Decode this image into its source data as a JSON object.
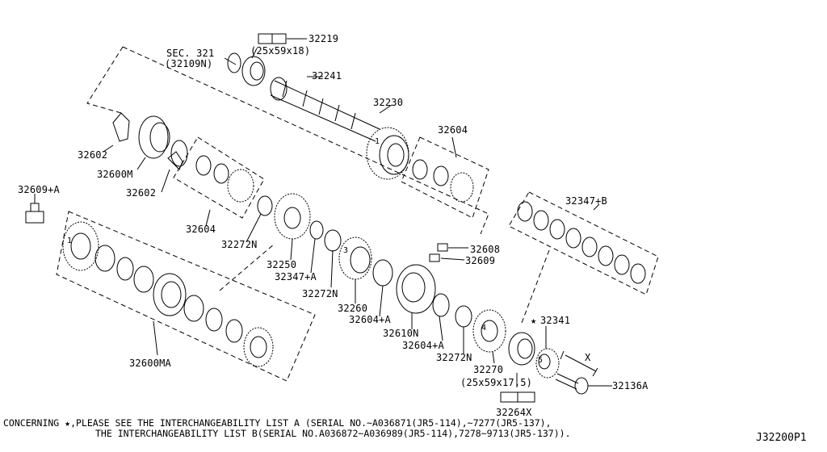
{
  "parts": {
    "p32219": "32219",
    "p32219_dim": "(25x59x18)",
    "sec321": "SEC. 321",
    "sec321_ref": "(32109N)",
    "p32241": "32241",
    "p32230": "32230",
    "p32604_top": "32604",
    "p32602_a": "32602",
    "p32600M": "32600M",
    "p32602_b": "32602",
    "p32609A": "32609+A",
    "p32604_mid": "32604",
    "p32272N_a": "32272N",
    "p32250": "32250",
    "p32347A": "32347+A",
    "p32272N_b": "32272N",
    "p32608": "32608",
    "p32609": "32609",
    "p32347B": "32347+B",
    "p32260": "32260",
    "p32604A_a": "32604+A",
    "p32610N": "32610N",
    "p32604A_b": "32604+A",
    "p32272N_c": "32272N",
    "p32270": "32270",
    "p32270_dim": "(25x59x17.5)",
    "p32341": "32341",
    "p32136A": "32136A",
    "x_mark": "X",
    "p32264X": "32264X",
    "p32600MA": "32600MA"
  },
  "marks": {
    "star": "★",
    "ref1": "1",
    "ref3": "3",
    "ref4": "4",
    "ref5": "5"
  },
  "notes": {
    "line1": "CONCERNING ★,PLEASE SEE THE INTERCHANGEABILITY LIST A (SERIAL NO.~A036871(JR5-114),~7277(JR5-137),",
    "line2": "THE INTERCHANGEABILITY LIST B(SERIAL NO.A036872~A036989(JR5-114),7278~9713(JR5-137)).",
    "code": "J32200P1"
  }
}
